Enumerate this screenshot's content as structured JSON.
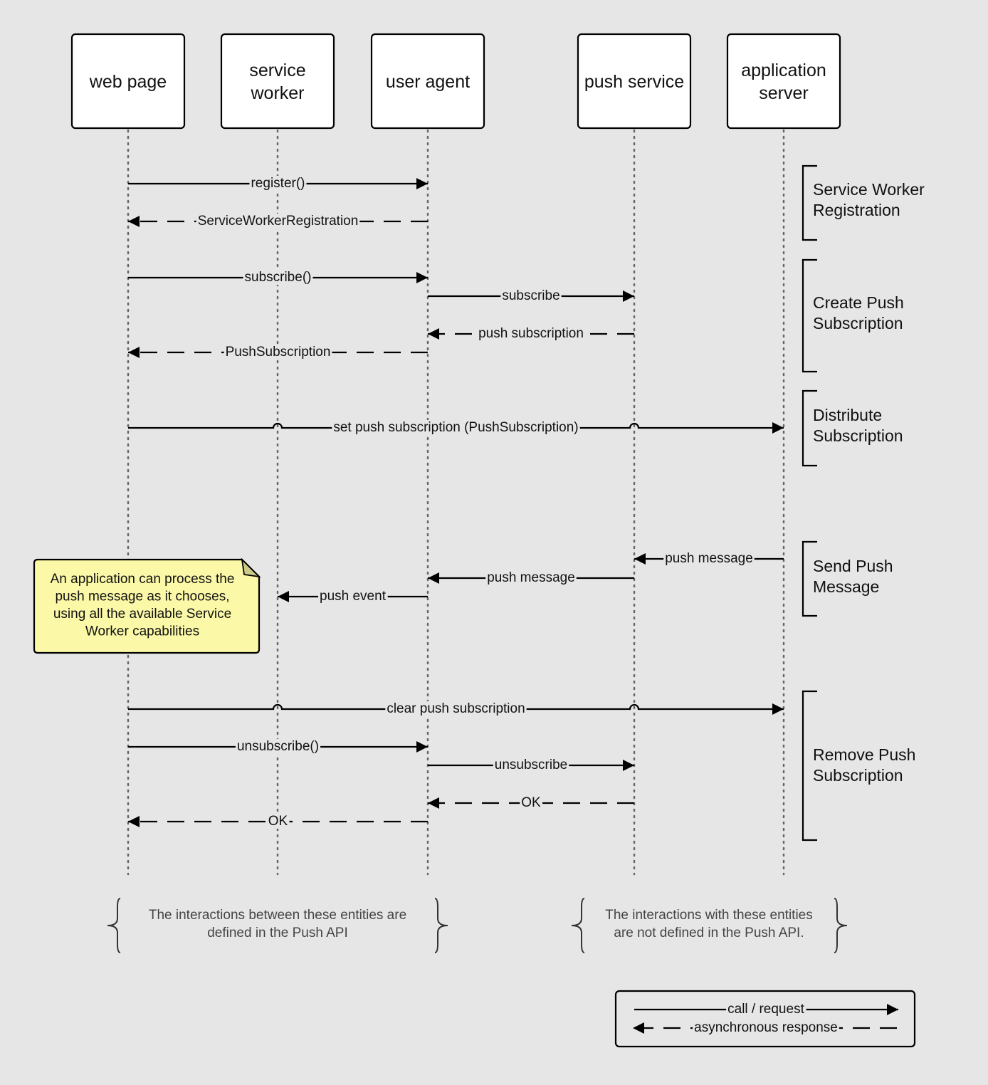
{
  "actors": [
    {
      "id": "wp",
      "lines": [
        "web page"
      ]
    },
    {
      "id": "sw",
      "lines": [
        "service",
        "worker"
      ]
    },
    {
      "id": "ua",
      "lines": [
        "user agent"
      ]
    },
    {
      "id": "ps",
      "lines": [
        "push service"
      ]
    },
    {
      "id": "as",
      "lines": [
        "application",
        "server"
      ]
    }
  ],
  "messages": [
    {
      "from": "wp",
      "to": "ua",
      "label": "register()",
      "style": "call"
    },
    {
      "from": "ua",
      "to": "wp",
      "label": "ServiceWorkerRegistration",
      "style": "response"
    },
    {
      "from": "wp",
      "to": "ua",
      "label": "subscribe()",
      "style": "call"
    },
    {
      "from": "ua",
      "to": "ps",
      "label": "subscribe",
      "style": "call"
    },
    {
      "from": "ps",
      "to": "ua",
      "label": "push subscription",
      "style": "response"
    },
    {
      "from": "ua",
      "to": "wp",
      "label": "PushSubscription",
      "style": "response"
    },
    {
      "from": "wp",
      "to": "as",
      "label": "set push subscription (PushSubscription)",
      "style": "call"
    },
    {
      "from": "as",
      "to": "ps",
      "label": "push message",
      "style": "call"
    },
    {
      "from": "ps",
      "to": "ua",
      "label": "push message",
      "style": "call"
    },
    {
      "from": "ua",
      "to": "sw",
      "label": "push event",
      "style": "call"
    },
    {
      "from": "wp",
      "to": "as",
      "label": "clear push subscription",
      "style": "call"
    },
    {
      "from": "wp",
      "to": "ua",
      "label": "unsubscribe()",
      "style": "call"
    },
    {
      "from": "ua",
      "to": "ps",
      "label": "unsubscribe",
      "style": "call"
    },
    {
      "from": "ps",
      "to": "ua",
      "label": "OK",
      "style": "response"
    },
    {
      "from": "ua",
      "to": "wp",
      "label": "OK",
      "style": "response"
    }
  ],
  "phases": [
    {
      "lines": [
        "Service Worker",
        "Registration"
      ]
    },
    {
      "lines": [
        "Create Push",
        "Subscription"
      ]
    },
    {
      "lines": [
        "Distribute",
        "Subscription"
      ]
    },
    {
      "lines": [
        "Send Push",
        "Message"
      ]
    },
    {
      "lines": [
        "Remove Push",
        "Subscription"
      ]
    }
  ],
  "note": {
    "lines": [
      "An application can process the",
      "push message as it chooses,",
      "using all the available Service",
      "Worker capabilities"
    ],
    "color": "#fbf9a7"
  },
  "groups": [
    {
      "lines": [
        "The interactions between these entities are",
        "defined in the Push API"
      ]
    },
    {
      "lines": [
        "The interactions with these entities",
        "are not defined in the Push API."
      ]
    }
  ],
  "legend": {
    "call": "call / request",
    "response": "asynchronous response"
  },
  "colors": {
    "background": "#e6e6e6",
    "line": "#000000",
    "note": "#fbf9a7"
  }
}
